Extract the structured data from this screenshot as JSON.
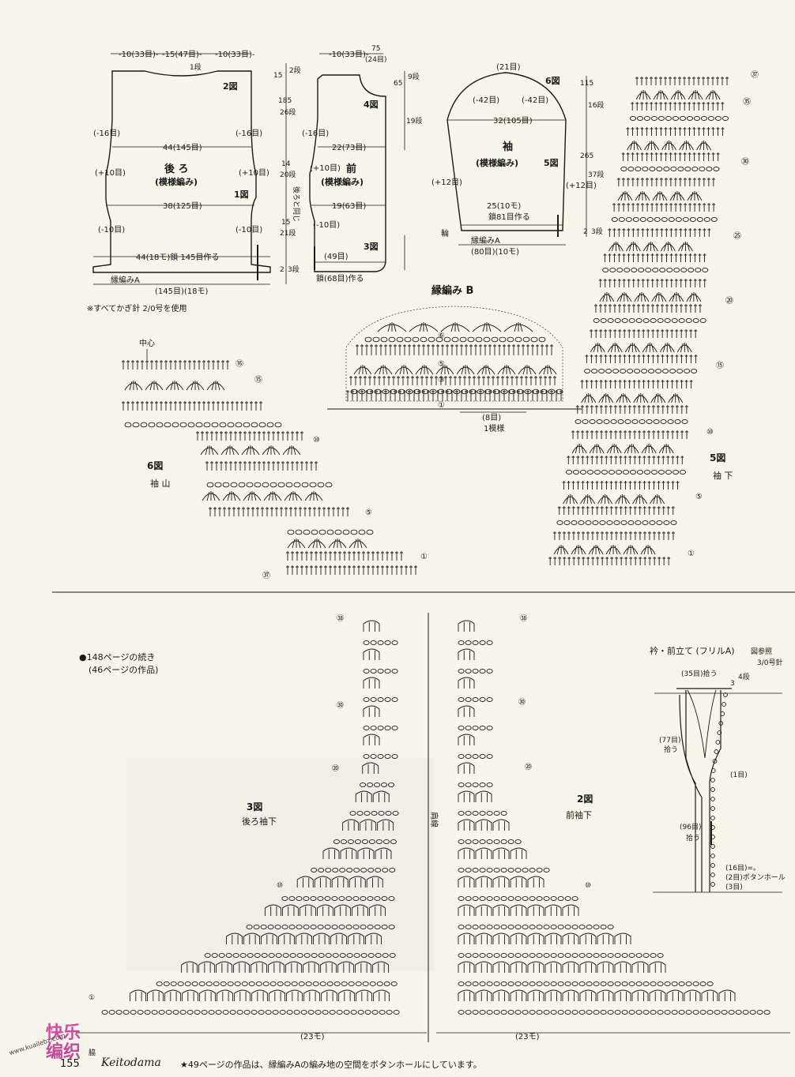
{
  "top_dims": {
    "back_top": [
      "-10(33目)-",
      "-15(47目)-",
      "-10(33目)-"
    ],
    "back_neck": "1段",
    "back_width": "44(145目)",
    "back_waist": "38(125目)",
    "back_chain": "44(18モ)鎖 145目作る",
    "back_edge": "縁編みA",
    "back_bottom": "(145目)(18モ)",
    "front_top": [
      "-10(33目)-",
      "75",
      "(24目)"
    ],
    "front_width": "22(73目)",
    "front_waist": "19(63目)",
    "front_chain": "(49目)",
    "front_chain2": "鎖(68目)作る",
    "front_right": [
      "65",
      "9段",
      "19段"
    ],
    "sleeve_top": "(21目)",
    "sleeve_width": "32(105目)",
    "sleeve_inc_left": "(-42目)",
    "sleeve_inc_right": "(-42目)",
    "sleeve_plus_left": "(+12目)",
    "sleeve_plus_right": "(+12目)",
    "sleeve_chain": "25(10モ)",
    "sleeve_chain2": "鎖81目作る",
    "sleeve_edge": "縁編みA",
    "sleeve_bottom": "(80目)(10モ)",
    "sleeve_ring": "輪",
    "sleeve_right": [
      "115",
      "16段",
      "265",
      "37段",
      "2",
      "3段"
    ],
    "left_scale": [
      "15",
      "2段",
      "185",
      "26段",
      "14",
      "20段",
      "15",
      "21段",
      "2",
      "3段"
    ],
    "plus10": "(+10目)",
    "minus16": "(-16目)",
    "minus10": "(-10目)",
    "note": "※すべてかぎ針 2/0号を使用",
    "center_note": "後ろと同じ"
  },
  "pieces": {
    "back_title": "後 ろ",
    "back_sub": "(模様編み)",
    "front_title": "前",
    "front_sub": "(模様編み)",
    "sleeve_title": "袖",
    "sleeve_sub": "(模様編み)",
    "fig1": "1図",
    "fig2_top": "2図",
    "fig3_top": "3図",
    "fig4": "4図",
    "fig5_top": "5図",
    "fig6_top": "6図"
  },
  "edge_b": {
    "title": "縁編み B",
    "rows": [
      "⑥",
      "⑤",
      "③",
      "①"
    ],
    "repeat_width": "(8目)",
    "repeat_label": "1模様"
  },
  "fig6": {
    "label": "6図",
    "sub": "袖 山",
    "center": "中心",
    "rows": [
      "⑯",
      "⑮",
      "⑩",
      "⑤",
      "①",
      "㊲"
    ]
  },
  "fig5": {
    "label": "5図",
    "sub": "袖 下",
    "rows": [
      "㊲",
      "㉟",
      "㉚",
      "㉕",
      "⑳",
      "⑮",
      "⑩",
      "⑤",
      "①"
    ]
  },
  "bottom": {
    "continue_line1": "●148ページの続き",
    "continue_line2": "(46ページの作品)",
    "fig3": "3図",
    "fig3_sub": "後ろ袖下",
    "fig2": "2図",
    "fig2_sub": "前袖下",
    "shoulder": "肩線",
    "left_rows": [
      "㊳",
      "㉚",
      "⑳",
      "⑩",
      "①"
    ],
    "right_rows": [
      "㊳",
      "㉚",
      "⑳",
      "⑩"
    ],
    "left_width": "(23モ)",
    "right_width": "(23モ)",
    "side_label": "脇"
  },
  "collar": {
    "title": "衿・前立て (フリルA)",
    "ref": "図参照",
    "needle": "3/0号針",
    "top_pick": "(35目)拾う",
    "rows": "3",
    "rows2": "4段",
    "pick77": "(77目)",
    "pick77b": "拾う",
    "one": "(1目)",
    "pick96": "(96目)",
    "pick96b": "拾う",
    "btn1": "(16目)=。",
    "btn2": "(2目)ボタンホール",
    "btn3": "(3目)"
  },
  "footer": {
    "page": "155",
    "brand": "Keitodama",
    "note": "★49ページの作品は、縁編みAの編み地の空間をボタンホールにしています。"
  },
  "watermark": {
    "line1": "快乐",
    "line2": "编织",
    "url": "www.kuailebz.com"
  }
}
